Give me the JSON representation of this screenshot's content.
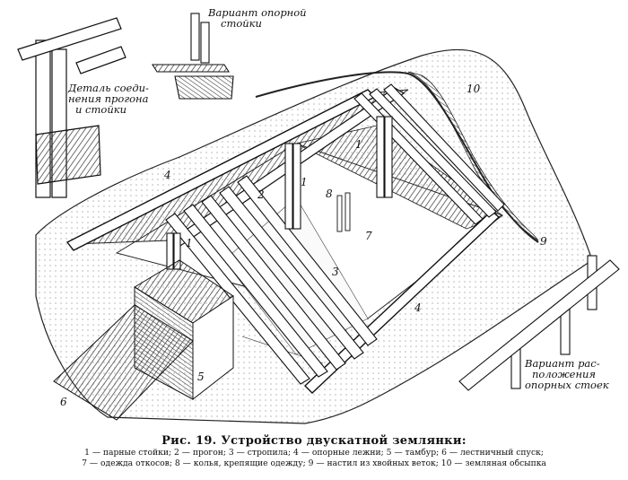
{
  "labels": {
    "variant_stand": [
      "Вариант опорной",
      "стойки"
    ],
    "detail_joint": [
      "Деталь соеди-",
      "нения прогона",
      "и стойки"
    ],
    "variant_arrangement": [
      "Вариант рас-",
      "положения",
      "опорных стоек"
    ]
  },
  "numbers": {
    "n10": "10",
    "n9": "9",
    "n4a": "4",
    "n4b": "4",
    "n1a": "1",
    "n1b": "1",
    "n1c": "1",
    "n2": "2",
    "n8": "8",
    "n7": "7",
    "n3": "3",
    "n5": "5",
    "n6": "6"
  },
  "caption": {
    "title": "Рис. 19. Устройство двускатной землянки:",
    "legend_line1": "1 — парные стойки; 2 — прогон; 3 — стропила; 4 — опорные лежни; 5 — тамбур; 6 — лестничный спуск;",
    "legend_line2": "7 — одежда откосов; 8 — колья, крепящие одежду; 9 — настил из хвойных веток; 10 — земляная обсыпка"
  }
}
